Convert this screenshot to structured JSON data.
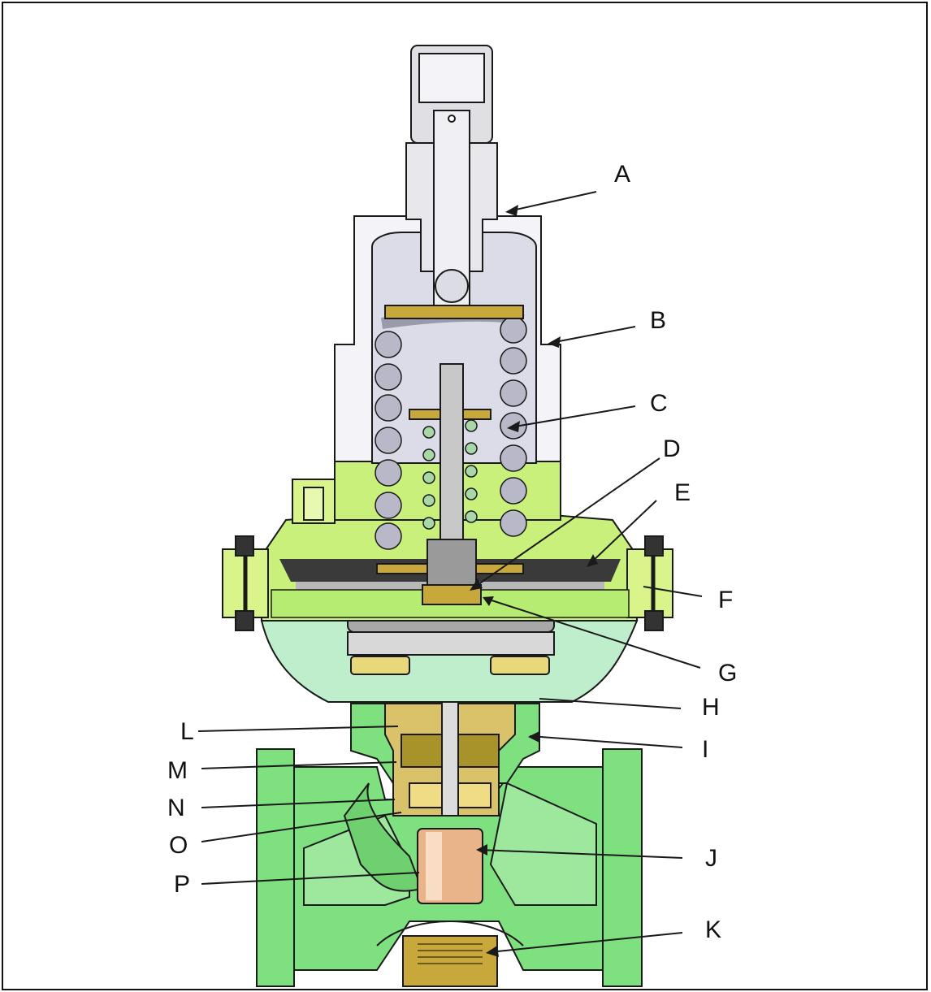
{
  "diagram": {
    "labels": {
      "A": "A",
      "B": "B",
      "C": "C",
      "D": "D",
      "E": "E",
      "F": "F",
      "G": "G",
      "H": "H",
      "I": "I",
      "J": "J",
      "K": "K",
      "L": "L",
      "M": "M",
      "N": "N",
      "O": "O",
      "P": "P"
    },
    "colors": {
      "body_green": "#7fe07f",
      "actuator_green": "#c8f07a",
      "lower_case_green": "#bfeecc",
      "brass": "#c8a83a",
      "spring_gray": "#b8b8c8",
      "bonnet_light": "#f4f4f8",
      "diaphragm": "#3a3a3a",
      "plug_copper": "#e9b48a"
    }
  }
}
